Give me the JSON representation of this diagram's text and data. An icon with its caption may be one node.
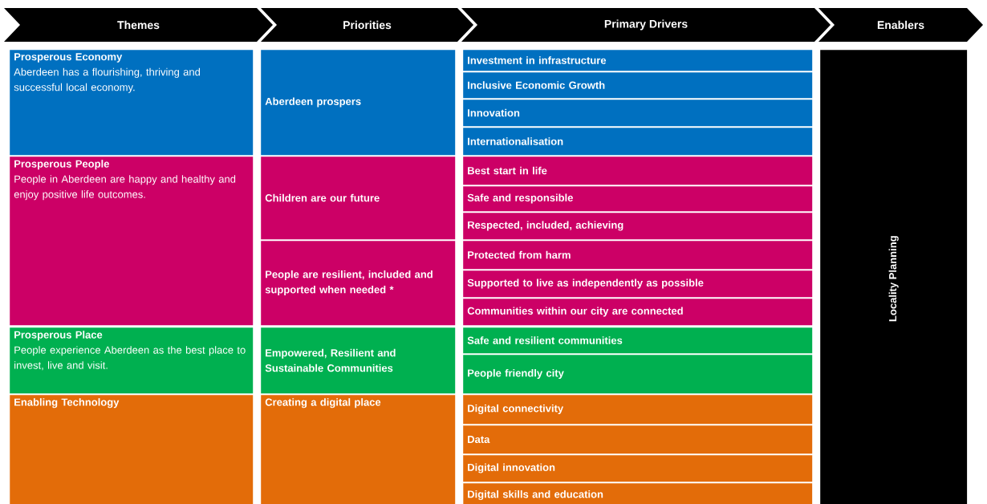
{
  "diagram": {
    "nodes": [
      {
        "text": [
          "Themes"
        ]
      },
      {
        "text": [
          "Priorities"
        ]
      },
      {
        "text": [
          "Primary Drivers"
        ]
      },
      {
        "text": [
          "Enablers"
        ]
      },
      {
        "text": [
          "Prosperous Economy",
          "Aberdeen has a flourishing, thriving and successful local economy."
        ]
      },
      {
        "text": [
          "Prosperous People",
          "People in Aberdeen are happy and healthy and enjoy positive life outcomes."
        ]
      },
      {
        "text": [
          "Prosperous Place",
          "People experience Aberdeen as the best place to invest, live and visit."
        ]
      },
      {
        "text": [
          "Enabling Technology"
        ]
      },
      {
        "text": [
          "Aberdeen prospers"
        ]
      },
      {
        "text": [
          "Children are our future"
        ]
      },
      {
        "text": [
          "People are resilient, included and supported when needed *"
        ]
      },
      {
        "text": [
          "Empowered, Resilient and Sustainable Communities"
        ]
      },
      {
        "text": [
          "Creating a digital place"
        ]
      },
      {
        "text": [
          "Investment in infrastructure"
        ]
      },
      {
        "text": [
          "Inclusive Economic Growth"
        ]
      },
      {
        "text": [
          "Innovation"
        ]
      },
      {
        "text": [
          "Internationalisation"
        ]
      },
      {
        "text": [
          "Best start in life"
        ]
      },
      {
        "text": [
          "Safe and responsible"
        ]
      },
      {
        "text": [
          "Respected, included, achieving"
        ]
      },
      {
        "text": [
          "Protected from harm"
        ]
      },
      {
        "text": [
          "Supported to live as independently as possible"
        ]
      },
      {
        "text": [
          "Communities within our city are connected"
        ]
      },
      {
        "text": [
          "Safe and resilient communities"
        ]
      },
      {
        "text": [
          "People friendly city"
        ]
      },
      {
        "text": [
          "Digital connectivity"
        ]
      },
      {
        "text": [
          "Data"
        ]
      },
      {
        "text": [
          "Digital innovation"
        ]
      },
      {
        "text": [
          "Digital skills and education"
        ]
      },
      {
        "text": [
          "Locality Planning"
        ]
      }
    ]
  }
}
